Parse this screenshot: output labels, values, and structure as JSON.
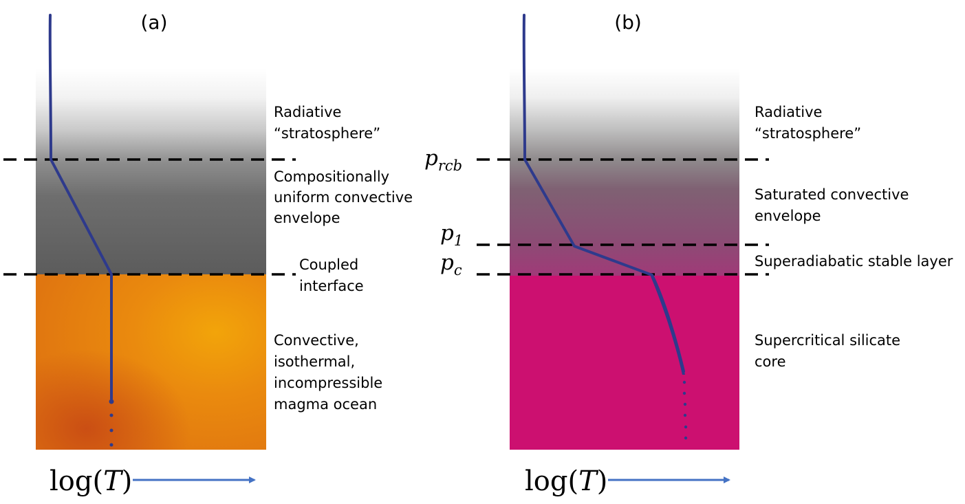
{
  "panels": [
    {
      "id": "a",
      "label": "(a)",
      "layers": [
        {
          "text_lines": [
            "Radiative",
            "“stratosphere”"
          ]
        },
        {
          "text_lines": [
            "Compositionally",
            "uniform convective",
            "envelope"
          ]
        },
        {
          "text_lines": [
            "Coupled",
            "interface"
          ]
        },
        {
          "text_lines": [
            "Convective,",
            "isothermal,",
            "incompressible",
            "magma ocean"
          ]
        }
      ],
      "axis": {
        "label_prefix": "log(",
        "label_var": "T",
        "label_suffix": ")"
      }
    },
    {
      "id": "b",
      "label": "(b)",
      "layers": [
        {
          "text_lines": [
            "Radiative",
            "“stratosphere”"
          ]
        },
        {
          "text_lines": [
            "Saturated convective",
            "envelope"
          ]
        },
        {
          "text_lines": [
            "Superadiabatic stable layer"
          ]
        },
        {
          "text_lines": [
            "Supercritical silicate",
            "core"
          ]
        }
      ],
      "pressure_levels": [
        {
          "symbol": "p",
          "subscript": "rcb"
        },
        {
          "symbol": "p",
          "subscript": "1"
        },
        {
          "symbol": "p",
          "subscript": "c"
        }
      ],
      "axis": {
        "label_prefix": "log(",
        "label_var": "T",
        "label_suffix": ")"
      }
    }
  ],
  "colors": {
    "profile_line": "#2e3a8c",
    "arrow": "#4472c4",
    "envelope_gray": "#5f5f5f",
    "magma_orange": "#e8820c",
    "silicate_magenta": "#cc1070",
    "envelope_b": "#7a506a",
    "dashed_line": "#000000"
  }
}
